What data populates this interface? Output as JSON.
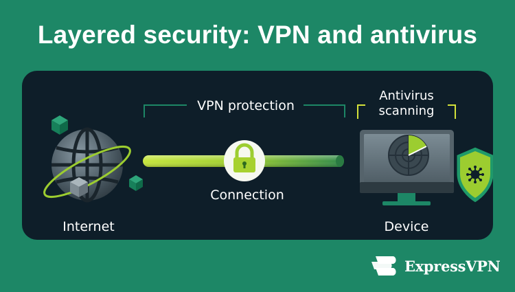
{
  "title": "Layered security: VPN and antivirus",
  "diagram": {
    "vpn_label": "VPN protection",
    "connection_label": "Connection",
    "internet_label": "Internet",
    "antivirus_label": "Antivirus\nscanning",
    "device_label": "Device"
  },
  "brand": {
    "name": "ExpressVPN"
  },
  "icons": {
    "internet": "globe-icon",
    "connection": "padlock-icon",
    "device": "monitor-icon",
    "antivirus": "shield-virus-icon",
    "logo": "expressvpn-logo-icon"
  },
  "colors": {
    "background": "#1d8766",
    "panel": "#0e1e29",
    "tube": "#a7d130",
    "bracket_vpn": "#1d8766",
    "bracket_av": "#d4e23a"
  }
}
